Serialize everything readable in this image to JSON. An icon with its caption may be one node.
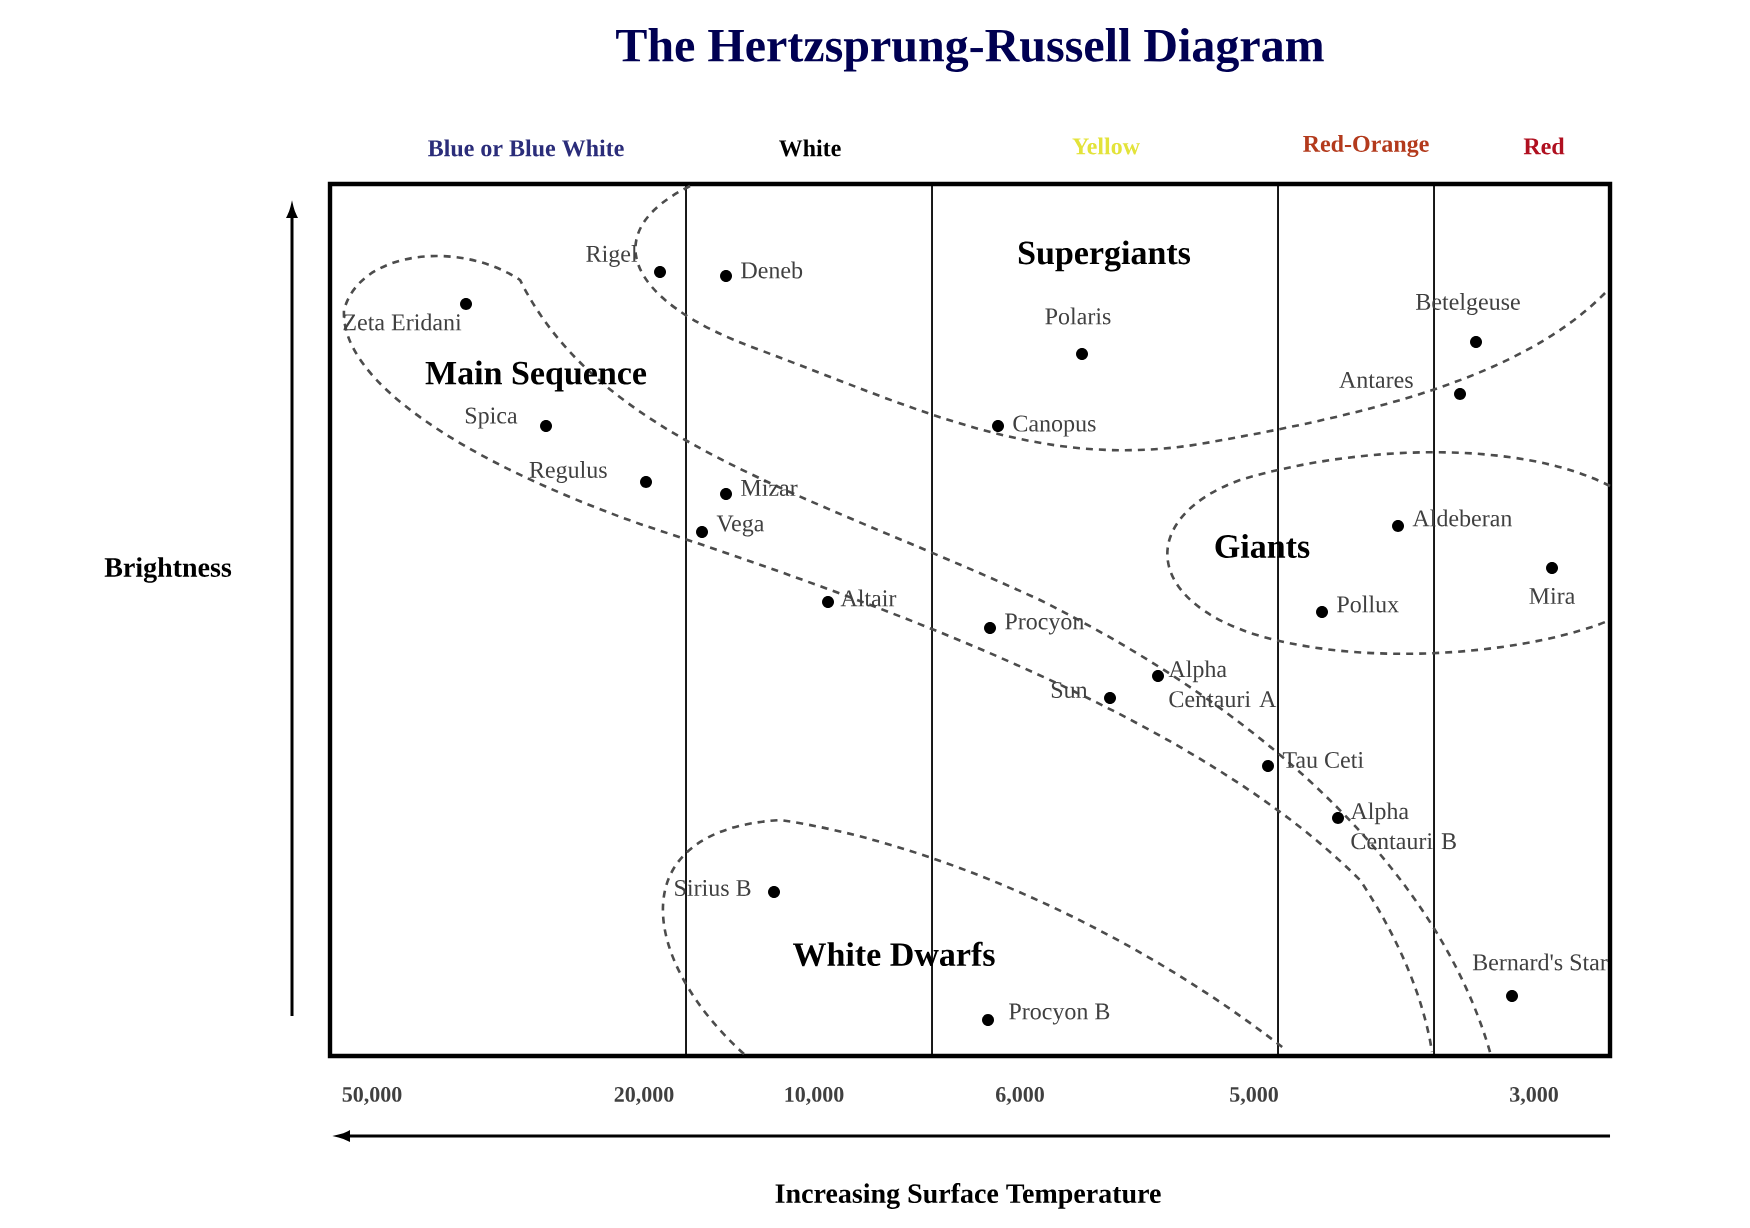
{
  "diagram": {
    "title": "The Hertzsprung-Russell Diagram",
    "nodes": [
      {
        "text": [
          "Supergiants"
        ]
      },
      {
        "text": [
          "Main Sequence"
        ]
      },
      {
        "text": [
          "Giants"
        ]
      },
      {
        "text": [
          "White Dwarfs"
        ]
      }
    ],
    "labels": [
      "Blue or Blue White",
      "White",
      "Yellow",
      "Red-Orange",
      "Red",
      "Rigel",
      "Deneb",
      "Zeta Eridani",
      "Polaris",
      "Betelgeuse",
      "Canopus",
      "Antares",
      "Spica",
      "Regulus",
      "Mizar",
      "Vega",
      "Aldeberan",
      "Altair",
      "Pollux",
      "Mira",
      "Procyon",
      "Sun",
      "Alpha Centauri A",
      "Tau Ceti",
      "Alpha Centauri B",
      "Sirius B",
      "Bernard's Star",
      "Procyon B",
      "Brightness",
      "50,000",
      "20,000",
      "10,000",
      "6,000",
      "5,000",
      "3,000",
      "Increasing Surface Temperature"
    ]
  }
}
